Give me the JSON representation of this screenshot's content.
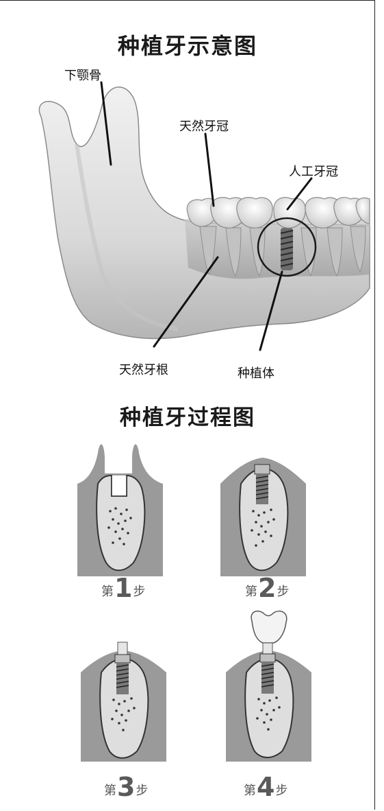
{
  "diagram": {
    "title": "种植牙示意图",
    "labels": {
      "mandible": "下颚骨",
      "natural_crown": "天然牙冠",
      "artificial_crown": "人工牙冠",
      "natural_root": "天然牙根",
      "implant_body": "种植体"
    }
  },
  "process": {
    "title": "种植牙过程图",
    "steps": [
      {
        "prefix": "第",
        "number": "1",
        "suffix": "步"
      },
      {
        "prefix": "第",
        "number": "2",
        "suffix": "步"
      },
      {
        "prefix": "第",
        "number": "3",
        "suffix": "步"
      },
      {
        "prefix": "第",
        "number": "4",
        "suffix": "步"
      }
    ]
  }
}
